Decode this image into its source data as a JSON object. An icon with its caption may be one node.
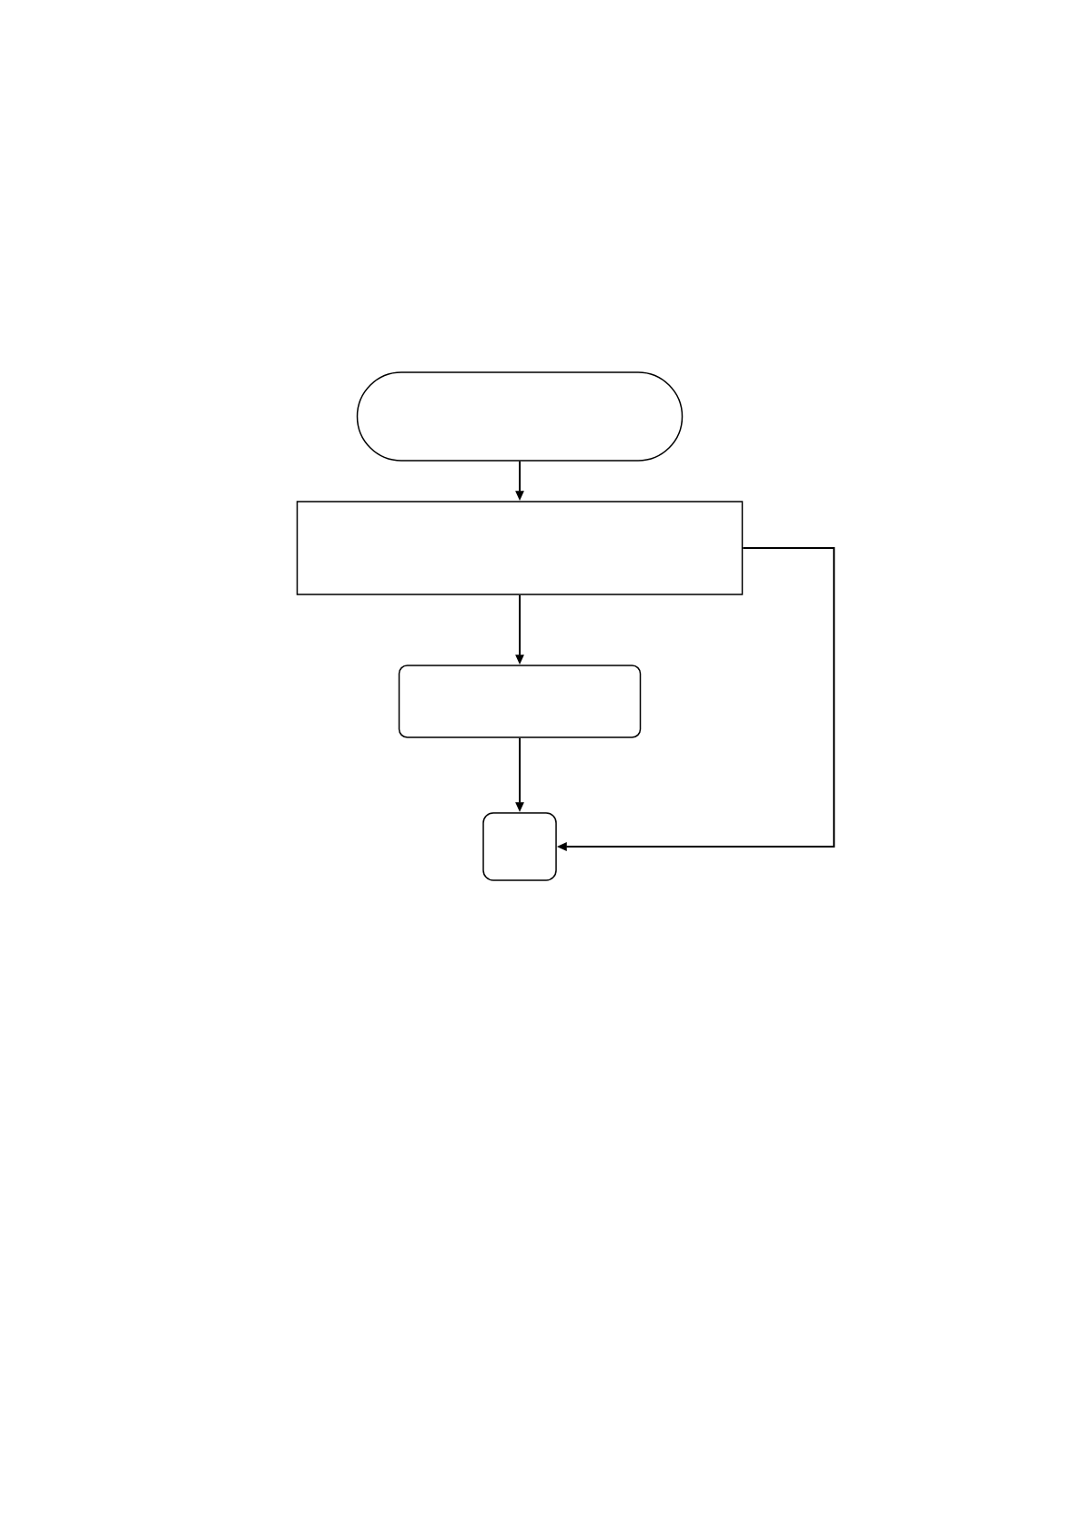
{
  "diagram": {
    "nodes": [
      {
        "text": [],
        "shape": "oval"
      },
      {
        "text": [],
        "shape": "box"
      },
      {
        "text": [],
        "shape": "box"
      },
      {
        "text": [],
        "shape": "box"
      }
    ],
    "edges": [
      {
        "from": 0,
        "to": 1,
        "arrow": "to"
      },
      {
        "from": 1,
        "to": 2,
        "arrow": "to"
      },
      {
        "from": 2,
        "to": 3,
        "arrow": "to"
      },
      {
        "from": 1,
        "to": 3,
        "arrow": "to"
      }
    ]
  }
}
